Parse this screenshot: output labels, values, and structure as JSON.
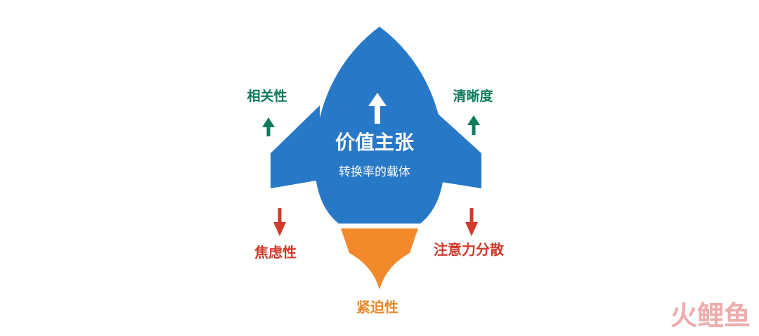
{
  "diagram": {
    "center_title": "价值主张",
    "center_subtitle": "转换率的载体",
    "boosters": [
      {
        "label": "相关性",
        "direction": "up",
        "color": "#0f7a5c"
      },
      {
        "label": "清晰度",
        "direction": "up",
        "color": "#0f7a5c"
      }
    ],
    "drags": [
      {
        "label": "焦虑性",
        "direction": "down",
        "color": "#d13b2c"
      },
      {
        "label": "注意力分散",
        "direction": "down",
        "color": "#d13b2c"
      }
    ],
    "thrust": {
      "label": "紧迫性",
      "color": "#f28a2c"
    }
  },
  "colors": {
    "rocket_body": "#2878c8",
    "flame": "#f28a2c",
    "booster_text": "#0f7a5c",
    "drag_text": "#d13b2c",
    "thrust_text": "#e8892a",
    "watermark": "#e06868"
  },
  "watermark": {
    "text": "火鲤鱼"
  }
}
